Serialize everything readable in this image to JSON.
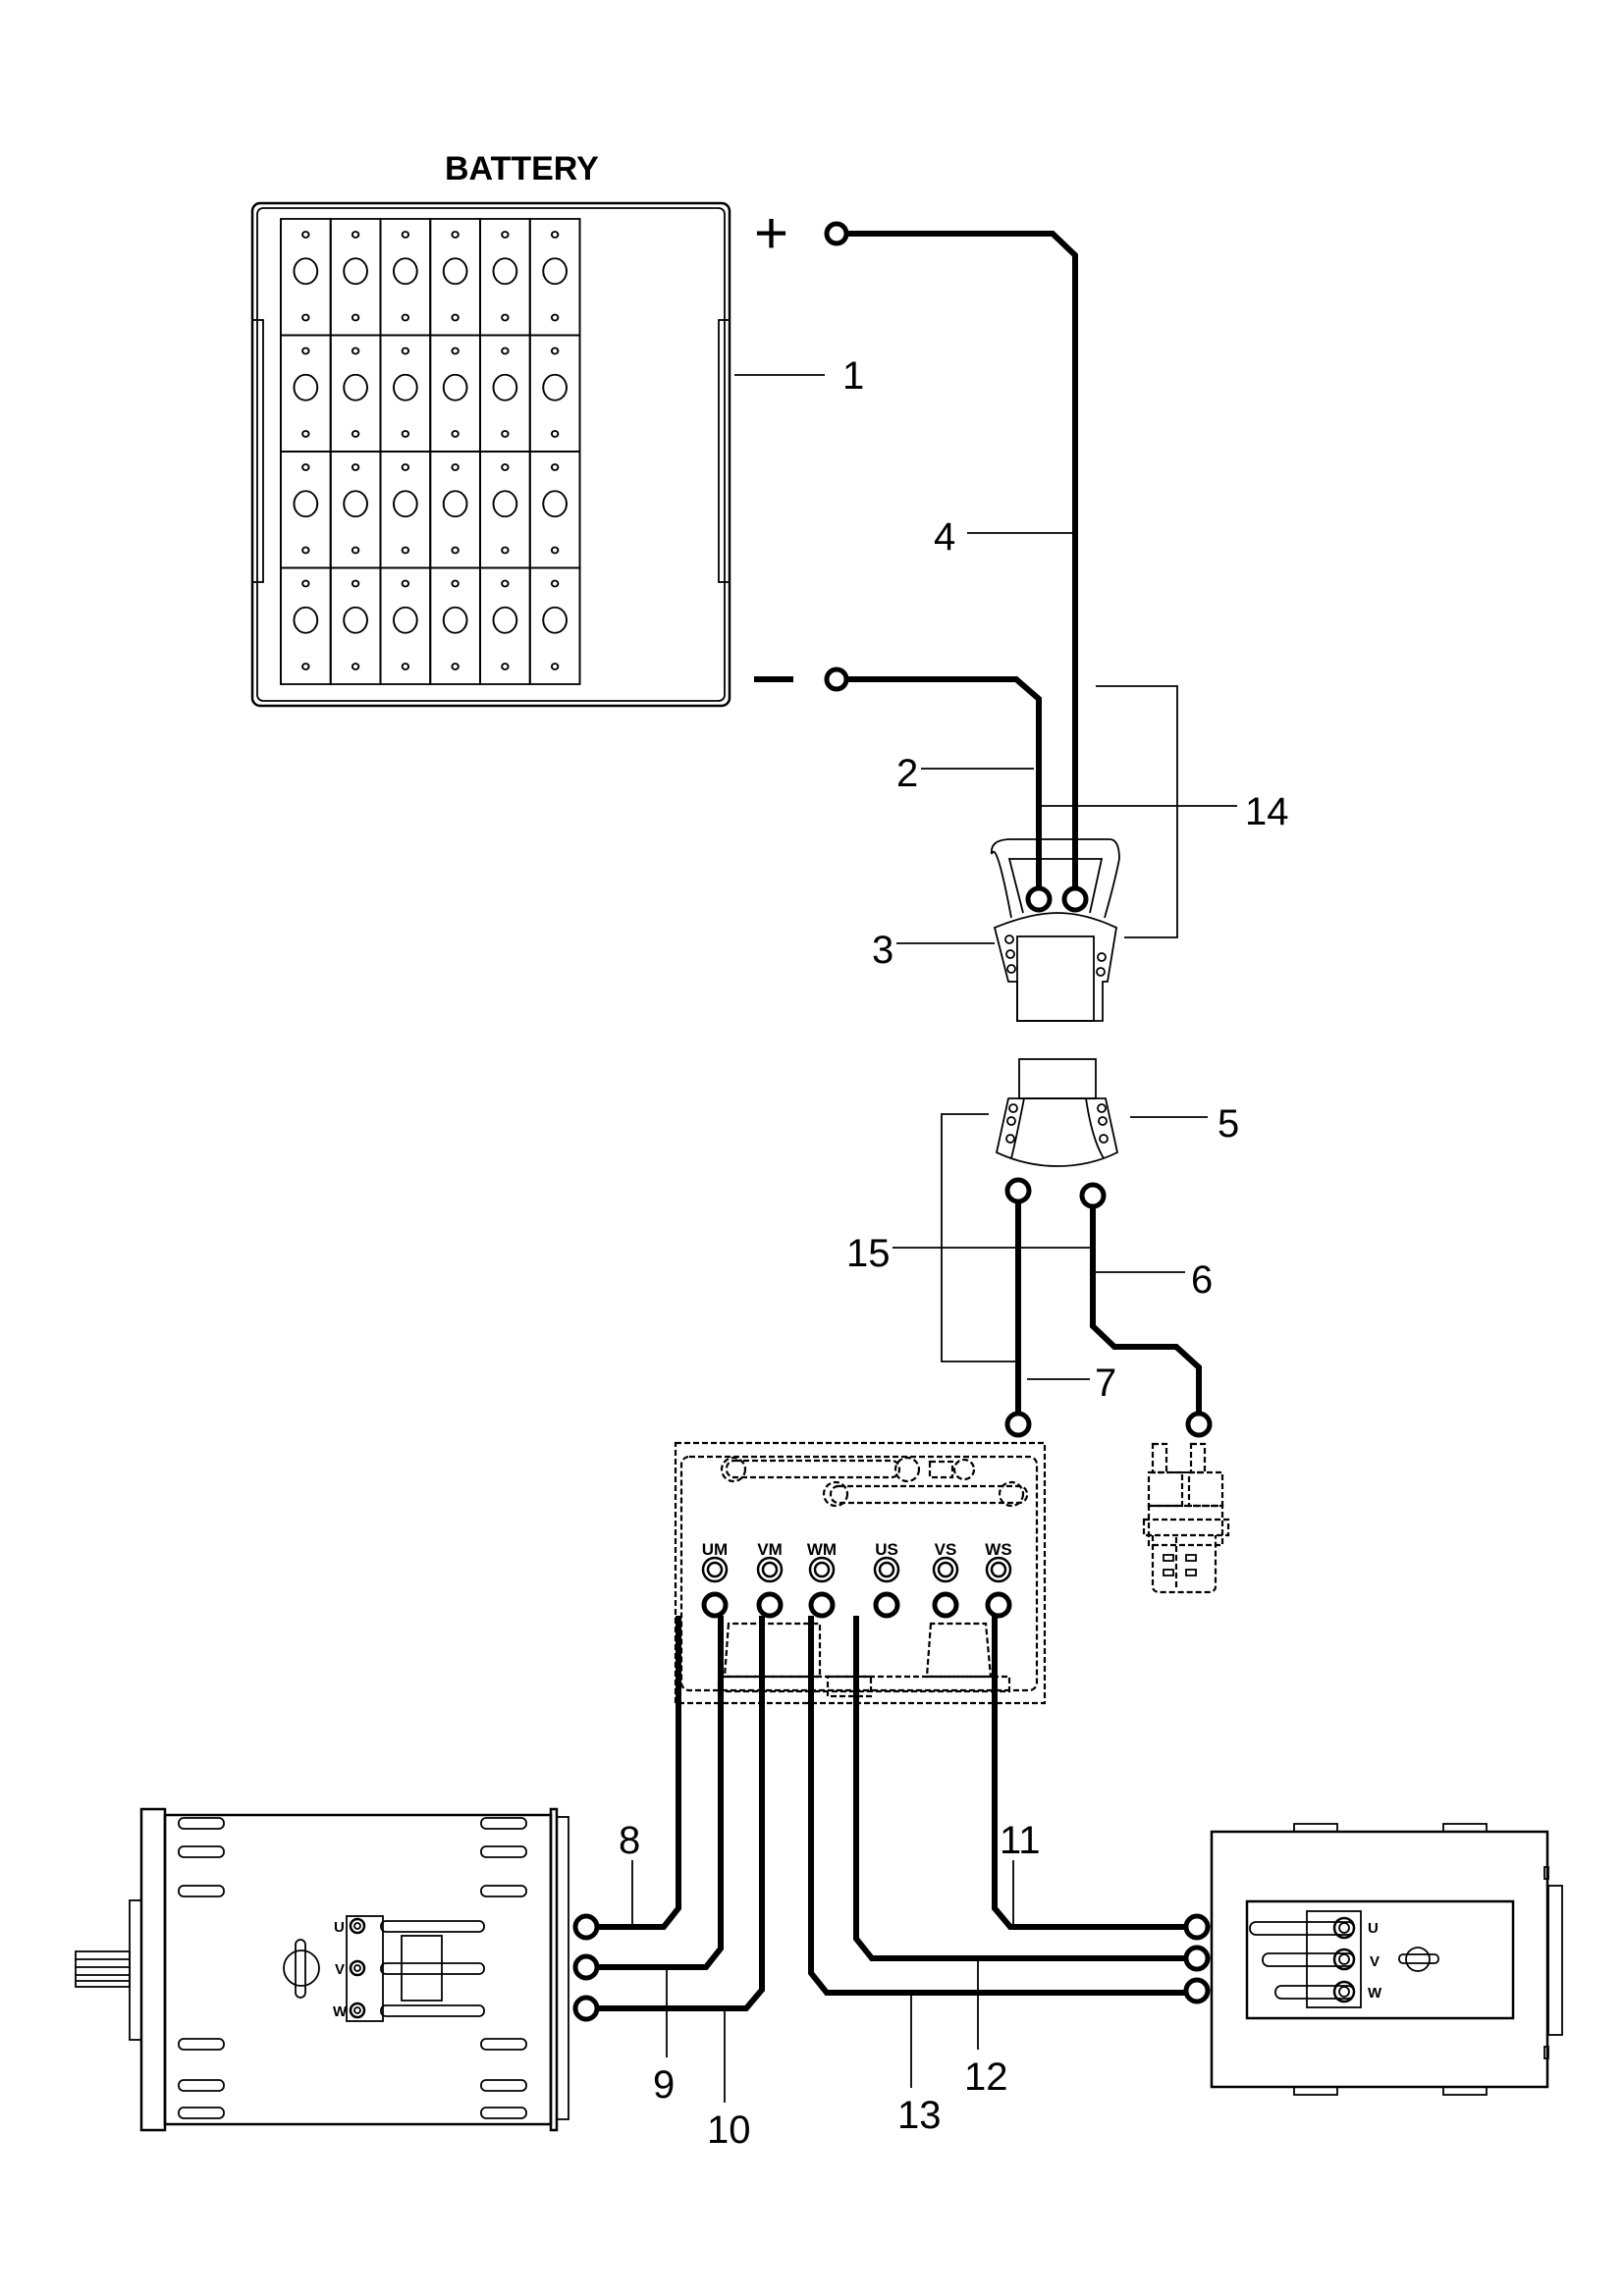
{
  "title": "BATTERY",
  "battery": {
    "rows": 4,
    "cols": 6,
    "positive_symbol": "+",
    "negative_symbol": "—"
  },
  "callouts": [
    {
      "id": "1",
      "text": "1",
      "target": "battery"
    },
    {
      "id": "2",
      "text": "2",
      "target": "negative-cable"
    },
    {
      "id": "3",
      "text": "3",
      "target": "battery-connector-plug"
    },
    {
      "id": "4",
      "text": "4",
      "target": "positive-cable"
    },
    {
      "id": "5",
      "text": "5",
      "target": "controller-connector-socket"
    },
    {
      "id": "6",
      "text": "6",
      "target": "contactor-cable"
    },
    {
      "id": "7",
      "text": "7",
      "target": "controller-supply-cable"
    },
    {
      "id": "8",
      "text": "8",
      "target": "drive-motor-cable-u"
    },
    {
      "id": "9",
      "text": "9",
      "target": "drive-motor-cable-v"
    },
    {
      "id": "10",
      "text": "10",
      "target": "drive-motor-cable-w"
    },
    {
      "id": "11",
      "text": "11",
      "target": "pump-motor-cable-u"
    },
    {
      "id": "12",
      "text": "12",
      "target": "pump-motor-cable-v"
    },
    {
      "id": "13",
      "text": "13",
      "target": "pump-motor-cable-w"
    },
    {
      "id": "14",
      "text": "14",
      "target": "battery-cable-assembly"
    },
    {
      "id": "15",
      "text": "15",
      "target": "controller-cable-assembly"
    }
  ],
  "controller": {
    "terminals": [
      "UM",
      "VM",
      "WM",
      "US",
      "VS",
      "WS"
    ]
  },
  "drive_motor": {
    "phases": [
      "U",
      "V",
      "W"
    ]
  },
  "pump_motor": {
    "phases": [
      "U",
      "V",
      "W"
    ]
  }
}
